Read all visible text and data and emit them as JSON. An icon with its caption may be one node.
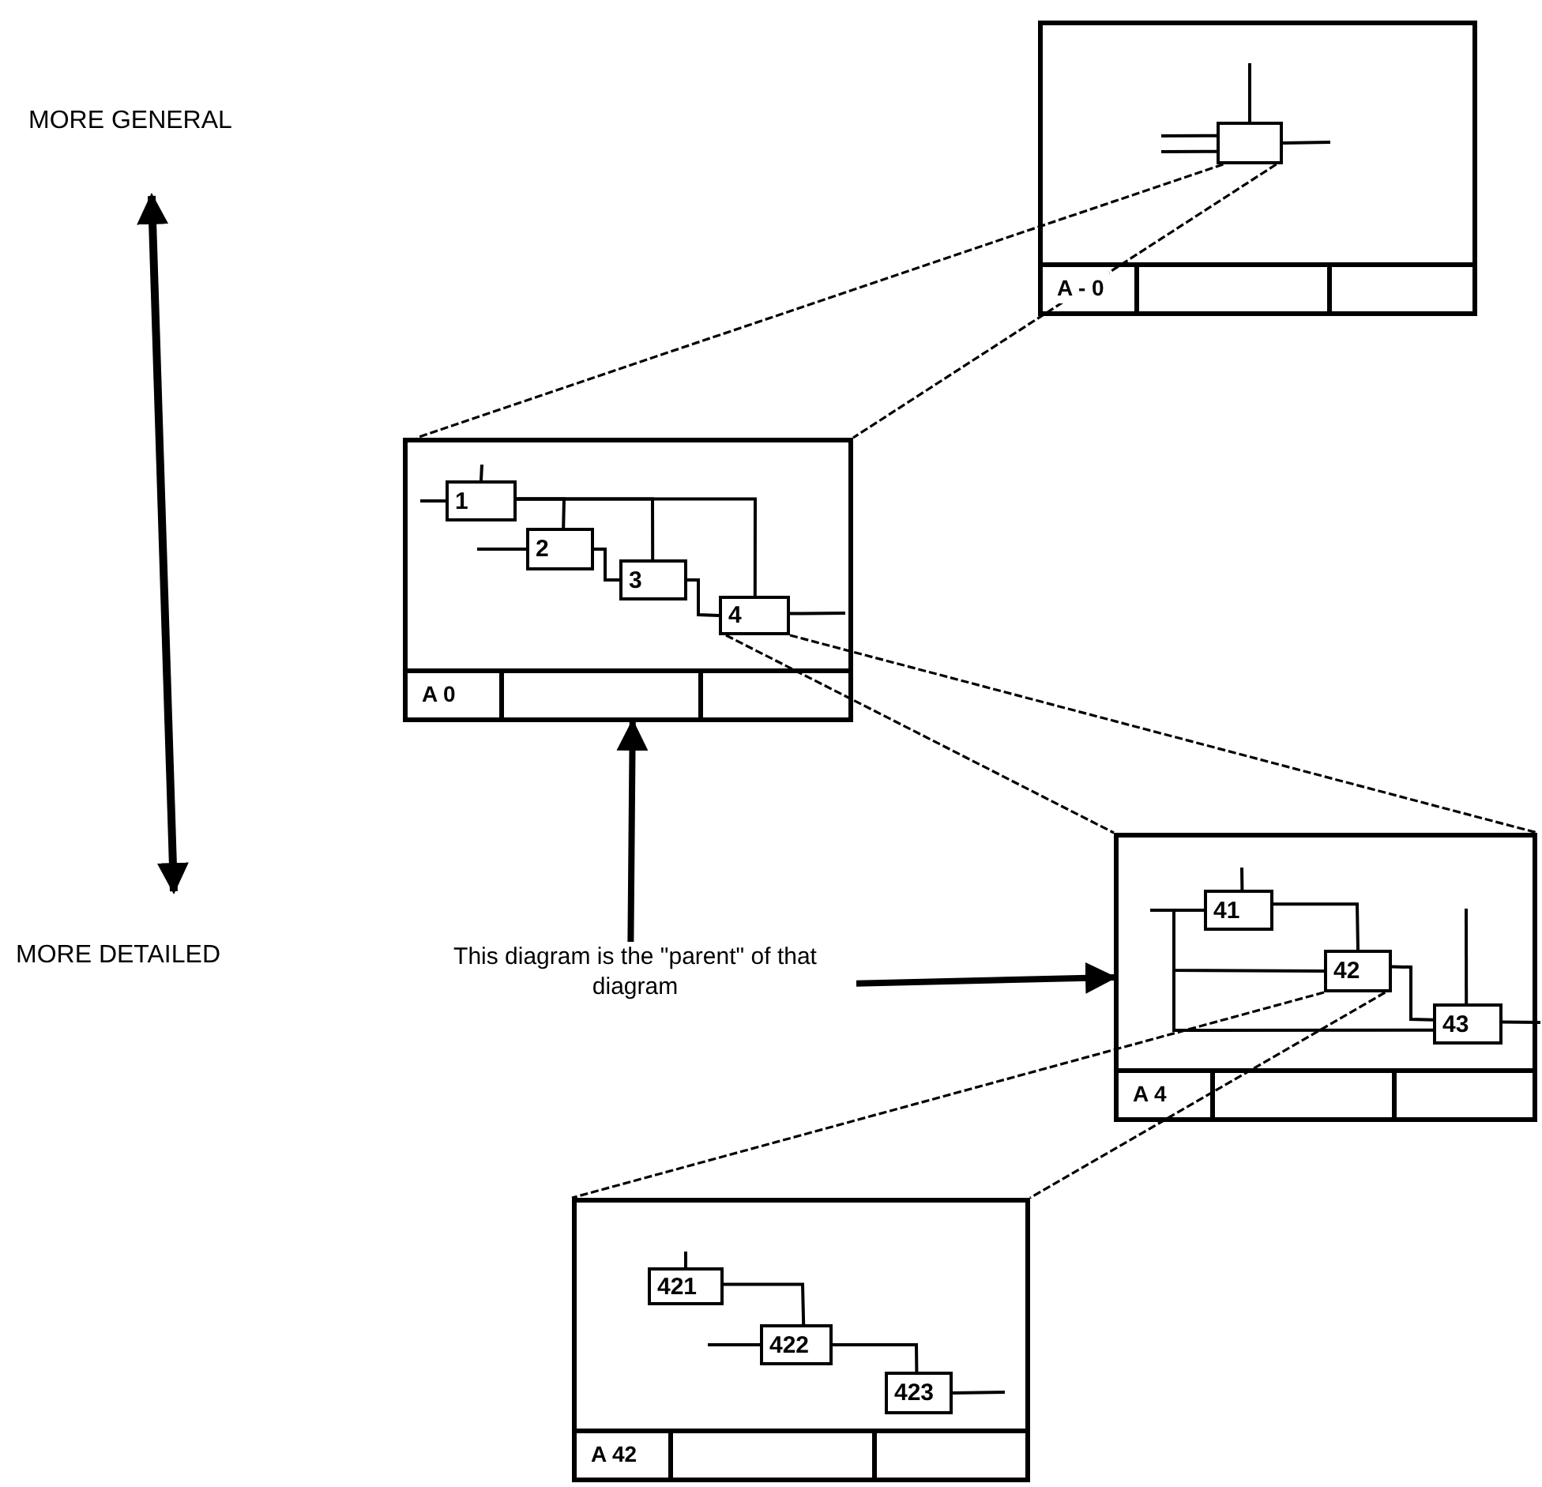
{
  "diagram": {
    "nodes": [
      {
        "text": [
          "A - 0"
        ]
      },
      {
        "text": [],
        "shape": "box",
        "in": 0
      },
      {
        "text": [
          "A 0"
        ]
      },
      {
        "text": [
          "1"
        ],
        "in": 2
      },
      {
        "text": [
          "2"
        ],
        "in": 2
      },
      {
        "text": [
          "3"
        ],
        "in": 2
      },
      {
        "text": [
          "4"
        ],
        "in": 2
      },
      {
        "text": [
          "A 4"
        ]
      },
      {
        "text": [
          "41"
        ],
        "in": 7
      },
      {
        "text": [
          "42"
        ],
        "in": 7
      },
      {
        "text": [
          "43"
        ],
        "in": 7
      },
      {
        "text": [
          "A 42"
        ]
      },
      {
        "text": [
          "421"
        ],
        "in": 11
      },
      {
        "text": [
          "422"
        ],
        "in": 11
      },
      {
        "text": [
          "423"
        ],
        "in": 11
      },
      {
        "text": [
          "This diagram is the \"parent\" of that diagram"
        ]
      }
    ],
    "edges": [
      {
        "from": 1,
        "to": 2,
        "arrow": "none",
        "style": "dashed"
      },
      {
        "from": 1,
        "to": 2,
        "arrow": "none",
        "style": "dashed"
      },
      {
        "from": 6,
        "to": 7,
        "arrow": "none",
        "style": "dashed"
      },
      {
        "from": 6,
        "to": 7,
        "arrow": "none",
        "style": "dashed"
      },
      {
        "from": 9,
        "to": 11,
        "arrow": "none",
        "style": "dashed"
      },
      {
        "from": 9,
        "to": 11,
        "arrow": "none",
        "style": "dashed"
      },
      {
        "from": 15,
        "to": 2,
        "arrow": "to",
        "style": "thick"
      },
      {
        "from": 15,
        "to": 7,
        "arrow": "to",
        "style": "thick"
      },
      {
        "from": 3,
        "to": 4,
        "arrow": "none"
      },
      {
        "from": 3,
        "to": 5,
        "arrow": "none"
      },
      {
        "from": 3,
        "to": 6,
        "arrow": "none"
      },
      {
        "from": 4,
        "to": 5,
        "arrow": "none"
      },
      {
        "from": 5,
        "to": 6,
        "arrow": "none"
      },
      {
        "from": null,
        "to": 3,
        "arrow": "none"
      },
      {
        "from": null,
        "to": 3,
        "arrow": "none"
      },
      {
        "from": null,
        "to": 4,
        "arrow": "none"
      },
      {
        "from": 6,
        "to": null,
        "arrow": "none"
      },
      {
        "from": null,
        "to": 1,
        "arrow": "none"
      },
      {
        "from": null,
        "to": 1,
        "arrow": "none"
      },
      {
        "from": null,
        "to": 1,
        "arrow": "none"
      },
      {
        "from": 1,
        "to": null,
        "arrow": "none"
      },
      {
        "from": null,
        "to": 8,
        "arrow": "none"
      },
      {
        "from": null,
        "to": 8,
        "arrow": "none"
      },
      {
        "from": null,
        "to": 9,
        "arrow": "none"
      },
      {
        "from": null,
        "to": 10,
        "arrow": "none"
      },
      {
        "from": 8,
        "to": 9,
        "arrow": "none"
      },
      {
        "from": 9,
        "to": 10,
        "arrow": "none"
      },
      {
        "from": null,
        "to": 10,
        "arrow": "none"
      },
      {
        "from": 10,
        "to": null,
        "arrow": "none"
      },
      {
        "from": null,
        "to": 12,
        "arrow": "none"
      },
      {
        "from": 12,
        "to": 13,
        "arrow": "none"
      },
      {
        "from": null,
        "to": 13,
        "arrow": "none"
      },
      {
        "from": 13,
        "to": 14,
        "arrow": "none"
      },
      {
        "from": 14,
        "to": null,
        "arrow": "none"
      }
    ],
    "labels": [
      "MORE GENERAL",
      "MORE DETAILED"
    ]
  }
}
